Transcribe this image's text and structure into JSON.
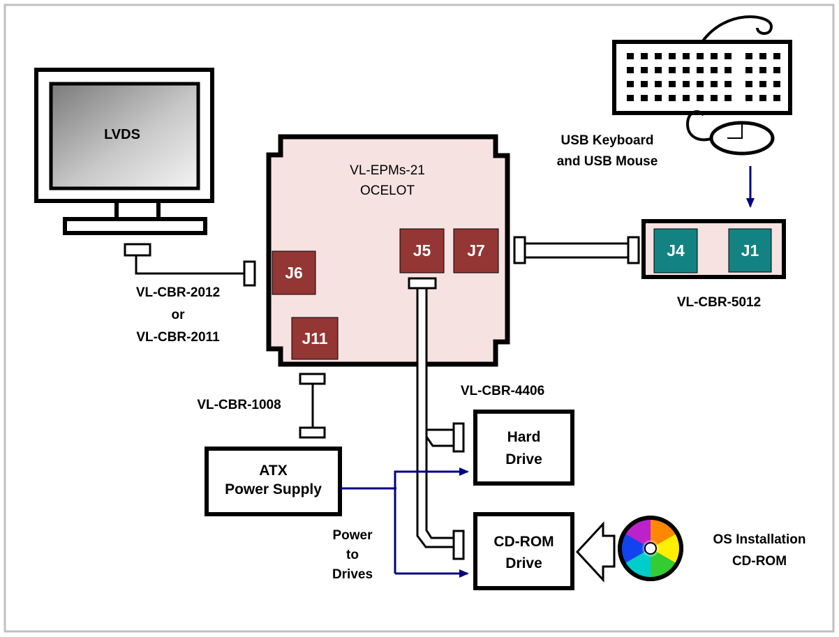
{
  "colors": {
    "frame": "#c0c0c0",
    "board_fill": "#f7e2e2",
    "connector_maroon": "#943634",
    "connector_teal": "#138282",
    "arrow_navy": "#000080",
    "outline": "#000000"
  },
  "monitor": {
    "label": "LVDS",
    "icon": "monitor-icon"
  },
  "board": {
    "name_line1": "VL-EPMs-21",
    "name_line2": "OCELOT"
  },
  "board_connectors": {
    "j5": "J5",
    "j7": "J7",
    "j6": "J6",
    "j11": "J11"
  },
  "keyboard_mouse": {
    "line1": "USB Keyboard",
    "line2": "and USB Mouse",
    "icons": [
      "keyboard-icon",
      "mouse-icon"
    ]
  },
  "usb_adapter": {
    "j4": "J4",
    "j1": "J1",
    "cable": "VL-CBR-5012"
  },
  "video_cable": {
    "line1": "VL-CBR-2012",
    "line2": "or",
    "line3": "VL-CBR-2011"
  },
  "power_cable": {
    "label": "VL-CBR-1008"
  },
  "ide_cable": {
    "label": "VL-CBR-4406"
  },
  "power_supply": {
    "line1": "ATX",
    "line2": "Power Supply"
  },
  "hard_drive": {
    "line1": "Hard",
    "line2": "Drive"
  },
  "cdrom_drive": {
    "line1": "CD-ROM",
    "line2": "Drive"
  },
  "power_to_drives": {
    "line1": "Power",
    "line2": "to",
    "line3": "Drives"
  },
  "os_cd": {
    "line1": "OS Installation",
    "line2": "CD-ROM",
    "icon": "cd-disc-icon"
  }
}
